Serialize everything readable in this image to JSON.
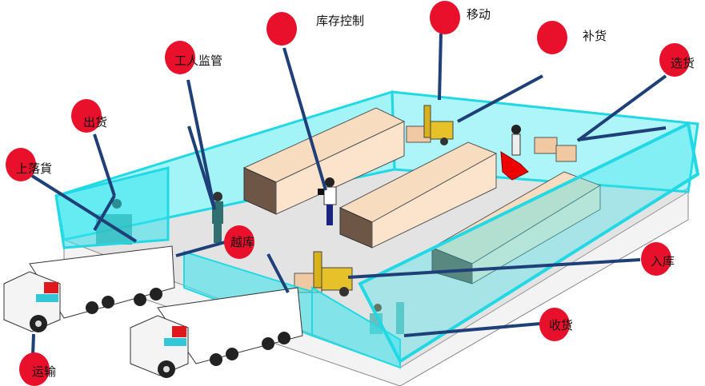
{
  "diagram": {
    "labels": {
      "inventory_control": "库存控制",
      "move": "移动",
      "replenish": "补货",
      "picking": "选货",
      "worker_supervision": "工人监管",
      "shipping": "出货",
      "loading_unloading": "上落貨",
      "cross_docking": "越库",
      "putaway": "入库",
      "receiving": "收货",
      "transport": "运输"
    },
    "colors": {
      "marker": "#e8102a",
      "leader_line": "#1f3f78",
      "wall": "#33e6ee",
      "floor": "#e2e2e2",
      "box_top": "#f8dcc0",
      "box_side": "#6e5646"
    }
  }
}
